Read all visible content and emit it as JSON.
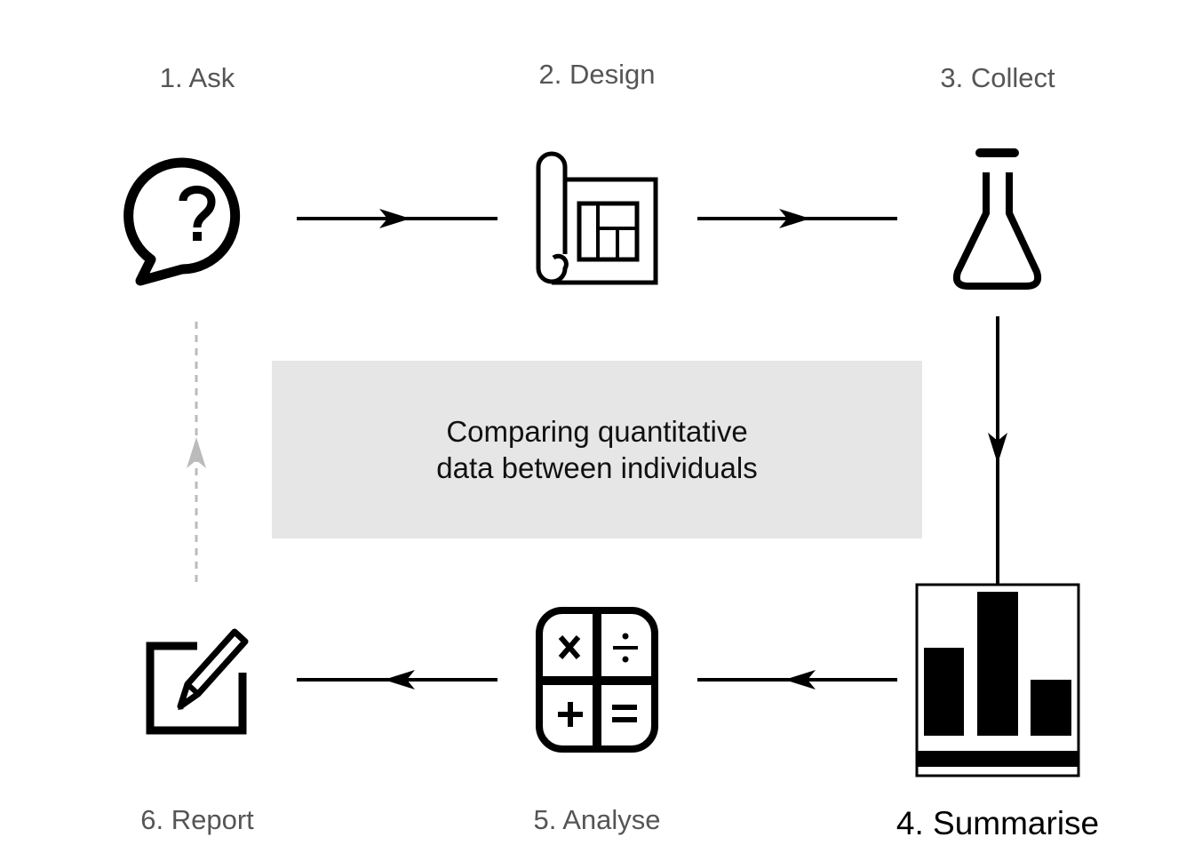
{
  "steps": {
    "ask": {
      "label": "1. Ask",
      "icon": "speech-bubble-question-icon"
    },
    "design": {
      "label": "2. Design",
      "icon": "blueprint-icon"
    },
    "collect": {
      "label": "3. Collect",
      "icon": "flask-icon"
    },
    "summarise": {
      "label": "4. Summarise",
      "icon": "bar-chart-icon",
      "active": true
    },
    "analyse": {
      "label": "5. Analyse",
      "icon": "calculator-icon"
    },
    "report": {
      "label": "6. Report",
      "icon": "edit-pencil-icon"
    }
  },
  "center": {
    "line1": "Comparing quantitative",
    "line2": "data between individuals"
  },
  "colors": {
    "stroke": "#000000",
    "muted_arrow": "#bbbbbb",
    "center_box": "#e6e6e6",
    "label_text": "#555555",
    "active_label_text": "#000000"
  }
}
